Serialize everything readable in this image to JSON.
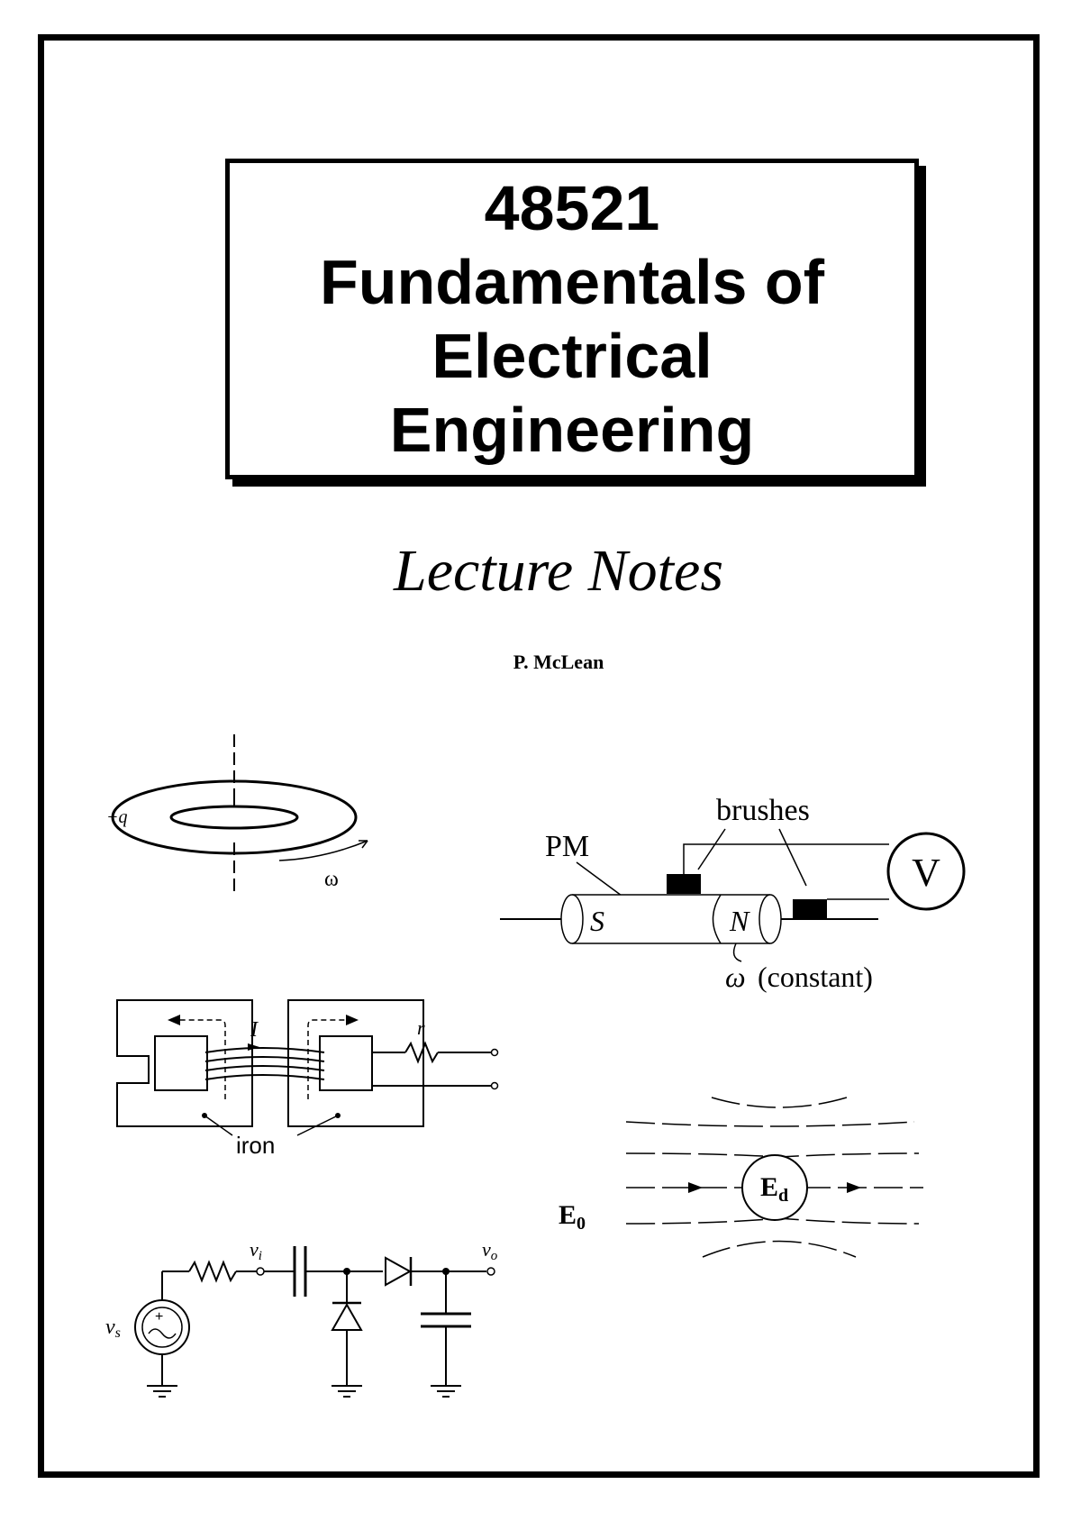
{
  "title": {
    "line1": "48521",
    "line2": "Fundamentals of",
    "line3": "Electrical",
    "line4": "Engineering"
  },
  "subtitle": "Lecture Notes",
  "author": "P. McLean",
  "figures": {
    "ring": {
      "charge": "+q",
      "omega": "ω"
    },
    "generator": {
      "pm": "PM",
      "brushes": "brushes",
      "voltmeter": "V",
      "south": "S",
      "north": "N",
      "omega": "ω",
      "constant": "(constant)"
    },
    "magnetic": {
      "current": "I",
      "resistance": "r",
      "iron": "iron"
    },
    "field": {
      "e0": "E",
      "e0_sub": "0",
      "ed": "E",
      "ed_sub": "d"
    },
    "circuit": {
      "vs": "v",
      "vs_sub": "s",
      "vi": "v",
      "vi_sub": "i",
      "vo": "v",
      "vo_sub": "o"
    }
  }
}
